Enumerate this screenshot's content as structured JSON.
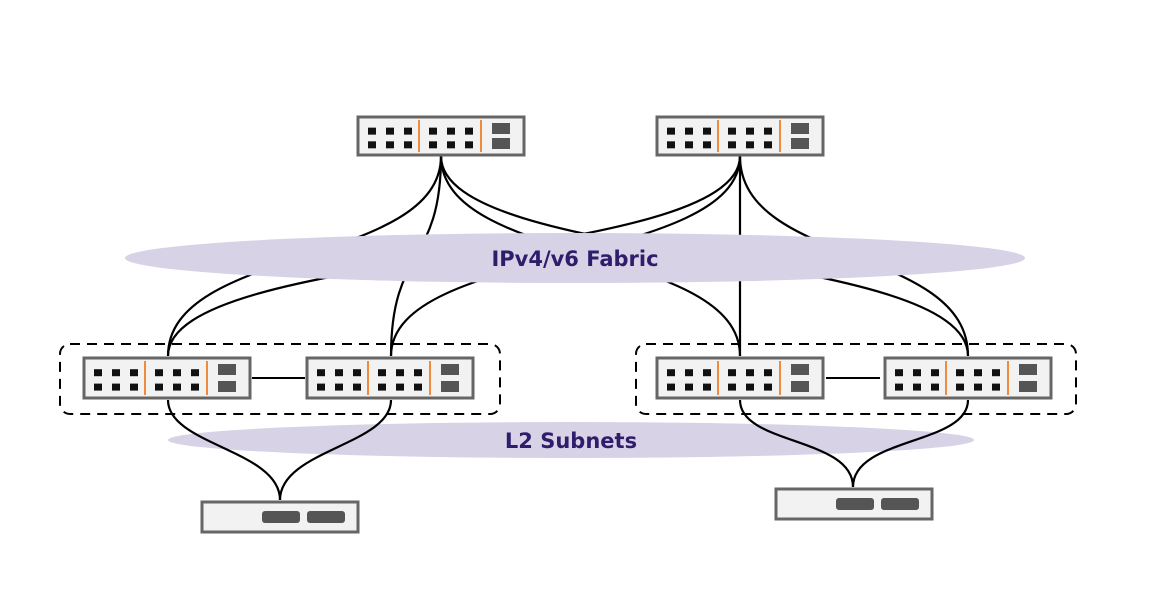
{
  "diagram": {
    "title": "",
    "colors": {
      "cloud_fill": "#d8d2e6",
      "label_text": "#2e1d6b",
      "switch_border": "#666666",
      "switch_face": "#f2f2f2",
      "port": "#111111",
      "uplink_port": "#555555",
      "divider": "#f08a3c",
      "link": "#000000"
    },
    "clouds": [
      {
        "id": "fabric",
        "label": "IPv4/v6 Fabric"
      },
      {
        "id": "l2",
        "label": "L2 Subnets"
      }
    ],
    "nodes": [
      {
        "id": "spine-1",
        "type": "switch",
        "tier": "spine"
      },
      {
        "id": "spine-2",
        "type": "switch",
        "tier": "spine"
      },
      {
        "id": "leaf-1a",
        "type": "switch",
        "tier": "leaf",
        "group": "leaf-pair-1"
      },
      {
        "id": "leaf-1b",
        "type": "switch",
        "tier": "leaf",
        "group": "leaf-pair-1"
      },
      {
        "id": "leaf-2a",
        "type": "switch",
        "tier": "leaf",
        "group": "leaf-pair-2"
      },
      {
        "id": "leaf-2b",
        "type": "switch",
        "tier": "leaf",
        "group": "leaf-pair-2"
      },
      {
        "id": "server-1",
        "type": "server",
        "tier": "host"
      },
      {
        "id": "server-2",
        "type": "server",
        "tier": "host"
      }
    ],
    "groups": [
      {
        "id": "leaf-pair-1",
        "style": "dashed"
      },
      {
        "id": "leaf-pair-2",
        "style": "dashed"
      }
    ],
    "edges": [
      {
        "from": "spine-1",
        "to": "leaf-1a"
      },
      {
        "from": "spine-1",
        "to": "leaf-1b"
      },
      {
        "from": "spine-1",
        "to": "leaf-2a"
      },
      {
        "from": "spine-1",
        "to": "leaf-2b"
      },
      {
        "from": "spine-2",
        "to": "leaf-1a"
      },
      {
        "from": "spine-2",
        "to": "leaf-1b"
      },
      {
        "from": "spine-2",
        "to": "leaf-2a"
      },
      {
        "from": "spine-2",
        "to": "leaf-2b"
      },
      {
        "from": "leaf-1a",
        "to": "leaf-1b"
      },
      {
        "from": "leaf-2a",
        "to": "leaf-2b"
      },
      {
        "from": "leaf-1a",
        "to": "server-1"
      },
      {
        "from": "leaf-1b",
        "to": "server-1"
      },
      {
        "from": "leaf-2a",
        "to": "server-2"
      },
      {
        "from": "leaf-2b",
        "to": "server-2"
      }
    ]
  }
}
